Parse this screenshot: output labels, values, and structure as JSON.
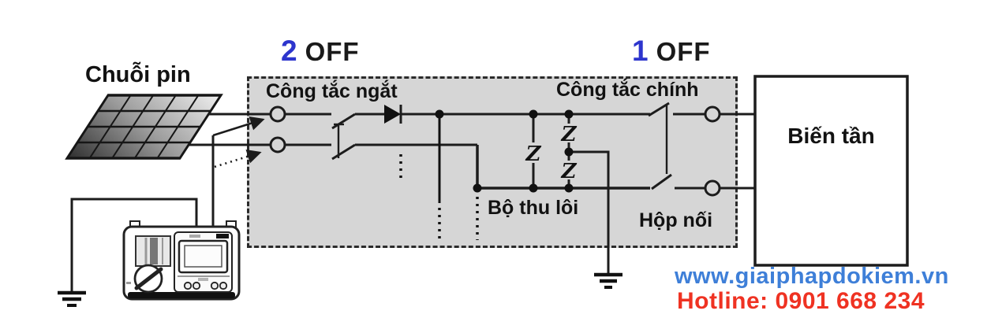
{
  "diagram": {
    "pv_string_label": "Chuỗi pin",
    "inverter_label": "Biến tần",
    "disconnect_switch_label": "Công tắc ngắt",
    "main_switch_label": "Công tắc chính",
    "arrester_label": "Bộ thu lôi",
    "junction_box_label": "Hộp nối",
    "step2": {
      "number": "2",
      "state": "OFF"
    },
    "step1": {
      "number": "1",
      "state": "OFF"
    },
    "arrester_symbol": "Z"
  },
  "watermark": {
    "website": "www.giaiphapdokiem.vn",
    "hotline": "Hotline: 0901 668 234"
  },
  "colors": {
    "step_number_blue": "#2d35cd",
    "watermark_blue": "#3e7fd8",
    "watermark_red": "#ef3222",
    "junction_box_fill": "#d6d6d6",
    "wire": "#1c1c1c"
  }
}
